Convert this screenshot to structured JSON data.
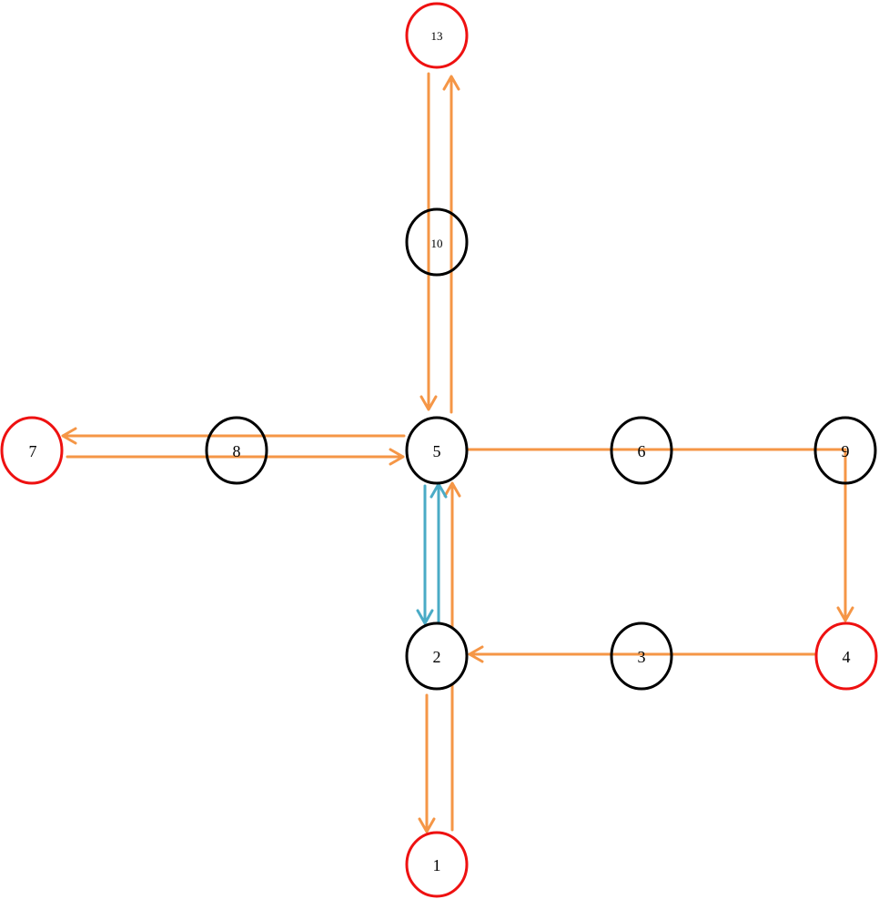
{
  "colors": {
    "terminal_node": "#ee1111",
    "inner_node": "#000000",
    "primary_edge": "#f59646",
    "secondary_edge": "#4aabc6",
    "background": "#ffffff"
  },
  "nodes": [
    {
      "id": "n13",
      "label": "13",
      "kind": "terminal"
    },
    {
      "id": "n10",
      "label": "10",
      "kind": "inner"
    },
    {
      "id": "n7",
      "label": "7",
      "kind": "terminal"
    },
    {
      "id": "n8",
      "label": "8",
      "kind": "inner"
    },
    {
      "id": "n5",
      "label": "5",
      "kind": "inner"
    },
    {
      "id": "n6",
      "label": "6",
      "kind": "inner"
    },
    {
      "id": "n9",
      "label": "9",
      "kind": "inner"
    },
    {
      "id": "n2",
      "label": "2",
      "kind": "inner"
    },
    {
      "id": "n3",
      "label": "3",
      "kind": "inner"
    },
    {
      "id": "n4",
      "label": "4",
      "kind": "terminal"
    },
    {
      "id": "n1",
      "label": "1",
      "kind": "terminal"
    }
  ],
  "edges": [
    {
      "from": "13",
      "to": "5",
      "color": "primary_edge",
      "arrow": true
    },
    {
      "from": "5",
      "to": "13",
      "color": "primary_edge",
      "arrow": true
    },
    {
      "from": "5",
      "to": "7",
      "color": "primary_edge",
      "arrow": true
    },
    {
      "from": "7",
      "to": "5",
      "color": "primary_edge",
      "arrow": true
    },
    {
      "from": "5",
      "to": "9",
      "color": "primary_edge",
      "arrow": false
    },
    {
      "from": "9",
      "to": "4",
      "color": "primary_edge",
      "arrow": true
    },
    {
      "from": "4",
      "to": "2",
      "color": "primary_edge",
      "arrow": true
    },
    {
      "from": "2",
      "to": "1",
      "color": "primary_edge",
      "arrow": true
    },
    {
      "from": "1",
      "to": "5",
      "color": "primary_edge",
      "arrow": true
    },
    {
      "from": "5",
      "to": "2",
      "color": "secondary_edge",
      "arrow": true
    },
    {
      "from": "2",
      "to": "5",
      "color": "secondary_edge",
      "arrow": true
    }
  ]
}
